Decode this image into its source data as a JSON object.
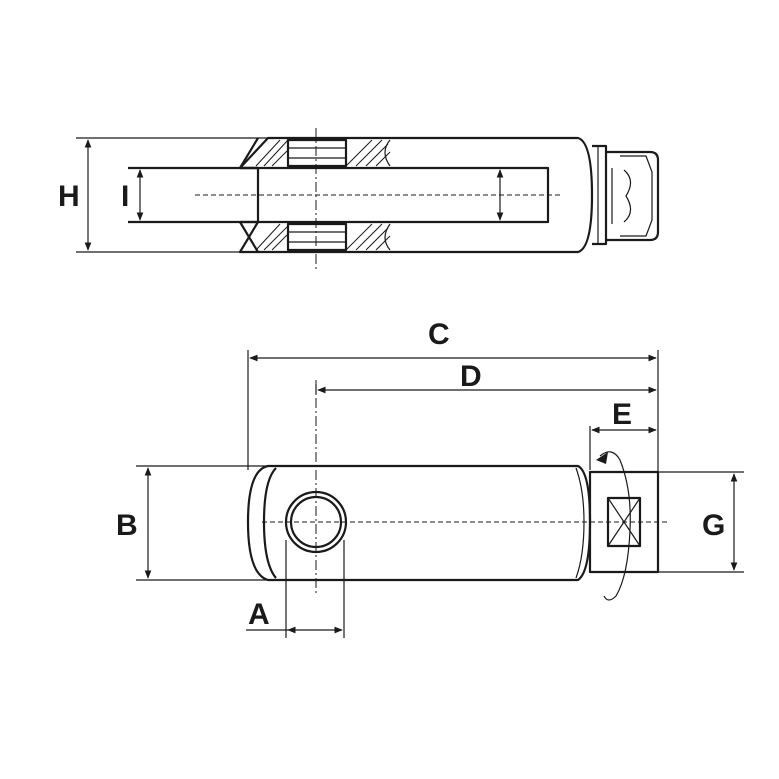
{
  "diagram": {
    "labels": {
      "A": "A",
      "B": "B",
      "C": "C",
      "D": "D",
      "E": "E",
      "G": "G",
      "H": "H",
      "I": "I"
    }
  }
}
